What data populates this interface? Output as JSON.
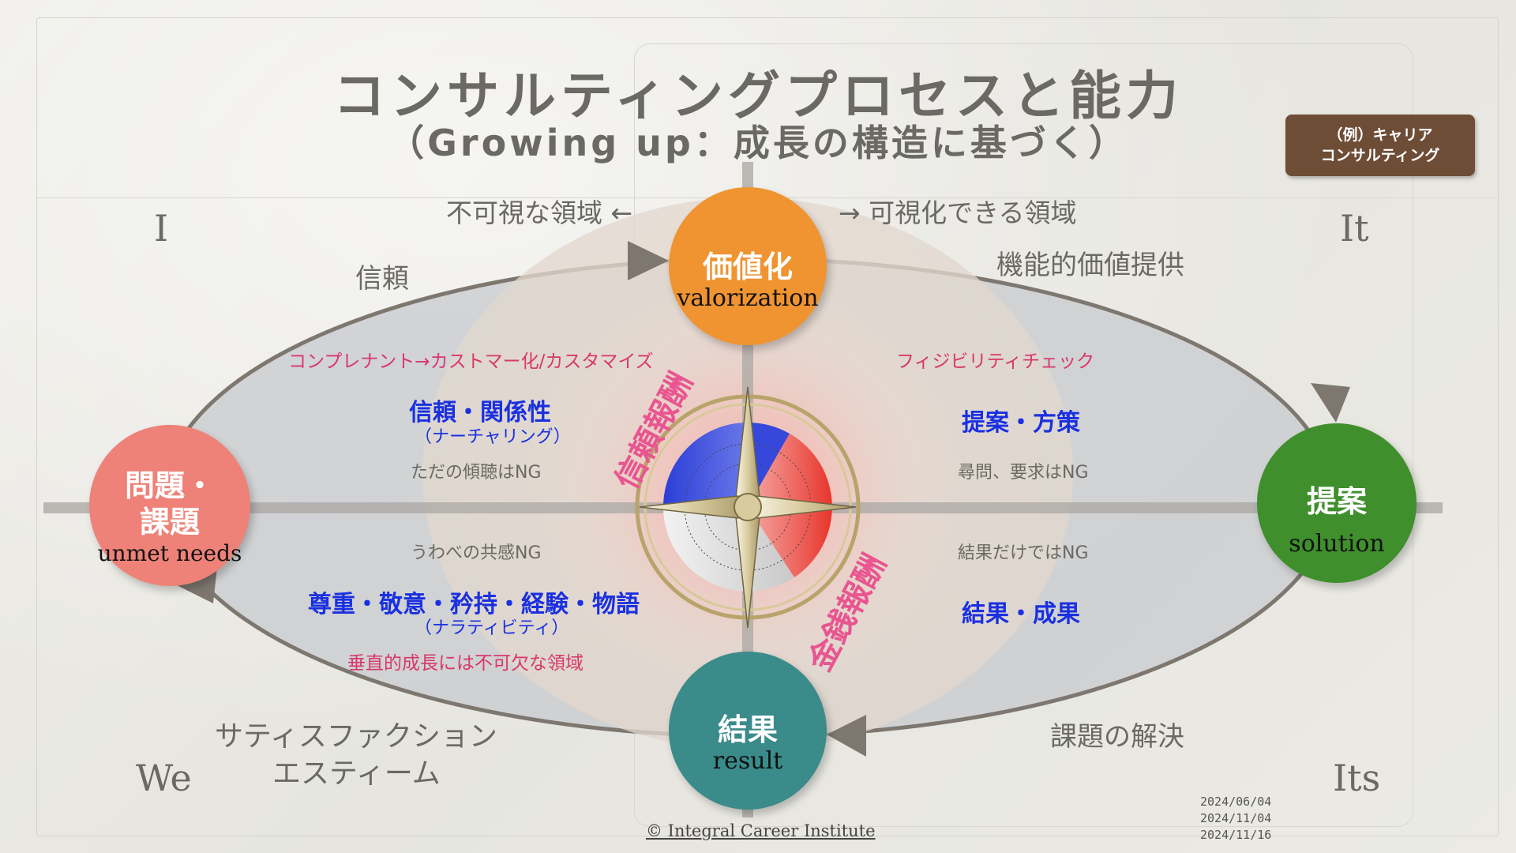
{
  "title": "コンサルティングプロセスと能力",
  "subtitle": "（Growing up：成長の構造に基づく）",
  "badge": {
    "line1": "（例）キャリア",
    "line2": "コンサルティング"
  },
  "quadrants": {
    "top_left": "I",
    "top_right": "It",
    "bottom_left": "We",
    "bottom_right": "Its"
  },
  "direction": {
    "left": "不可視な領域 ←",
    "right": "→ 可視化できる領域"
  },
  "labels": {
    "trust": "信頼",
    "functional_value": "機能的価値提供",
    "satisfaction_1": "サティスファクション",
    "satisfaction_2": "エスティーム",
    "issue_resolution": "課題の解決"
  },
  "nodes": {
    "top": {
      "jp": "価値化",
      "en": "valorization"
    },
    "left": {
      "jp1": "問題・",
      "jp2": "課題",
      "en": "unmet needs"
    },
    "right": {
      "jp": "提案",
      "en": "solution"
    },
    "bottom": {
      "jp": "結果",
      "en": "result"
    }
  },
  "upper_left": {
    "pink": "コンプレナント→カストマー化/カスタマイズ",
    "blue": "信頼・関係性",
    "paren": "（ナーチャリング）",
    "note": "ただの傾聴はNG"
  },
  "lower_left": {
    "note": "うわべの共感NG",
    "blue": "尊重・敬意・矜持・経験・物語",
    "paren": "（ナラティビティ）",
    "pink": "垂直的成長には不可欠な領域"
  },
  "upper_right": {
    "pink": "フィジビリティチェック",
    "blue": "提案・方策",
    "note": "尋問、要求はNG"
  },
  "lower_right": {
    "note": "結果だけではNG",
    "blue": "結果・成果"
  },
  "rewards": {
    "trust": "信頼報酬",
    "money": "金銭報酬"
  },
  "dates": [
    "2024/06/04",
    "2024/11/04",
    "2024/11/16"
  ],
  "copyright": "© Integral Career Institute",
  "colors": {
    "orange": "#ef9431",
    "salmon": "#ee8278",
    "green": "#3f8f2c",
    "teal": "#3a8b89",
    "badge": "#6e4d37",
    "blue_text": "#1a30e0",
    "pink_text": "#d8386b"
  }
}
